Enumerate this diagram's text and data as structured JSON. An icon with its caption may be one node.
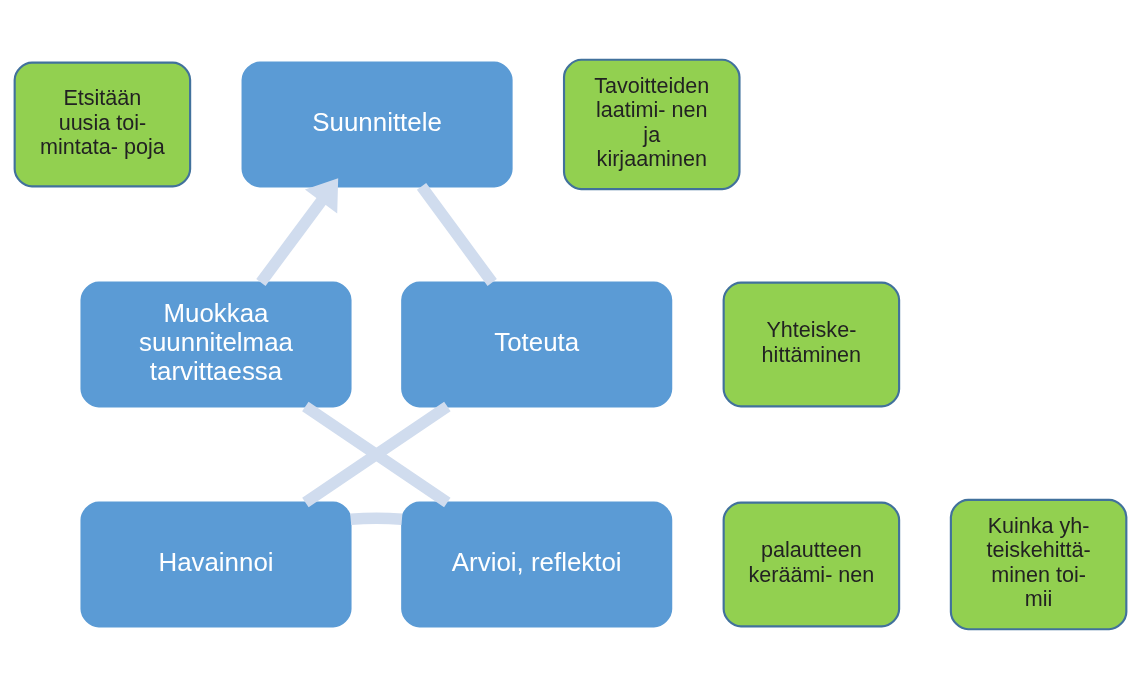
{
  "diagram": {
    "nodes": [
      {
        "text": [
          "Etsitään uusia toi- mintata- poja"
        ]
      },
      {
        "text": [
          "Suunnittele"
        ]
      },
      {
        "text": [
          "Tavoitteiden laatimi- nen ja kirjaaminen"
        ]
      },
      {
        "text": [
          "Muokkaa suunnitelmaa tarvittaessa"
        ]
      },
      {
        "text": [
          "Toteuta"
        ]
      },
      {
        "text": [
          "Yhteiske- hittäminen"
        ]
      },
      {
        "text": [
          "palautteen keräämi- nen"
        ]
      },
      {
        "text": [
          "Arvioi, reflektoi"
        ]
      },
      {
        "text": [
          "Havainnoi"
        ]
      },
      {
        "text": [
          "Kuinka yh- teiskehittä- minen toi- mii"
        ]
      }
    ],
    "edges": [
      {
        "from": 1,
        "to": 4,
        "arrow": "none"
      },
      {
        "from": 4,
        "to": 8,
        "arrow": "none"
      },
      {
        "from": 8,
        "to": 7,
        "arrow": "none"
      },
      {
        "from": 7,
        "to": 3,
        "arrow": "none"
      },
      {
        "from": 3,
        "to": 1,
        "arrow": "to"
      }
    ]
  }
}
